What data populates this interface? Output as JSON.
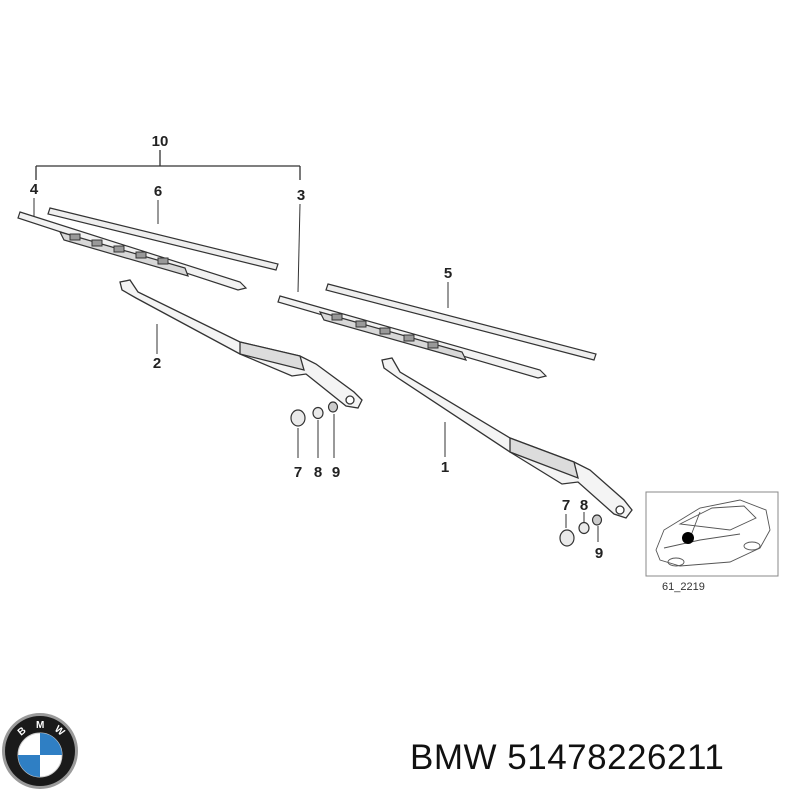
{
  "diagram": {
    "callouts": {
      "c10": "10",
      "c4": "4",
      "c6": "6",
      "c3": "3",
      "c5": "5",
      "c2": "2",
      "c1": "1",
      "c7a": "7",
      "c8a": "8",
      "c9a": "9",
      "c7b": "7",
      "c8b": "8",
      "c9b": "9"
    },
    "thumbnail_code": "61_2219"
  },
  "logo": {
    "letters": "BMW",
    "colors": {
      "blue": "#2f7fc4",
      "white": "#ffffff",
      "ring": "#1a1a1a",
      "rim": "#9a9a9a"
    }
  },
  "caption": {
    "text": "BMW 51478226211"
  }
}
